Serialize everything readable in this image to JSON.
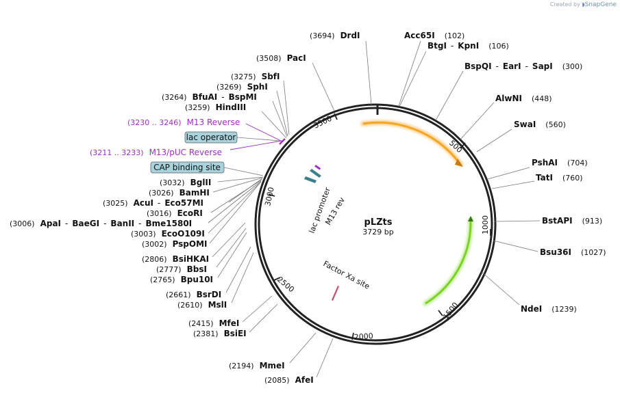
{
  "credit": {
    "prefix": "Created by",
    "brand": "SnapGene"
  },
  "plasmid": {
    "name": "pLZts",
    "length": "3729 bp"
  },
  "ticks": [
    "500",
    "1000",
    "1500",
    "2000",
    "2500",
    "3000",
    "3500"
  ],
  "features": {
    "lac_promoter": "lac promoter",
    "m13_rev": "M13 rev",
    "factor_xa": "Factor Xa site"
  },
  "boxed": {
    "lac_operator": "lac operator",
    "cap_site": "CAP binding site"
  },
  "primers": [
    {
      "pos": "(3230 .. 3246)",
      "name": "M13 Reverse"
    },
    {
      "pos": "(3211 .. 3233)",
      "name": "M13/pUC Reverse"
    }
  ],
  "sites_right": [
    {
      "name": "Acc65I",
      "pos": "(102)"
    },
    {
      "name": "BtgI",
      "name2": "KpnI",
      "pos": "(106)"
    },
    {
      "name": "BspQI",
      "name2": "EarI",
      "name3": "SapI",
      "pos": "(300)"
    },
    {
      "name": "AlwNI",
      "pos": "(448)"
    },
    {
      "name": "SwaI",
      "pos": "(560)"
    },
    {
      "name": "PshAI",
      "pos": "(704)"
    },
    {
      "name": "TatI",
      "pos": "(760)"
    },
    {
      "name": "BstAPI",
      "pos": "(913)"
    },
    {
      "name": "Bsu36I",
      "pos": "(1027)"
    },
    {
      "name": "NdeI",
      "pos": "(1239)"
    }
  ],
  "sites_left": [
    {
      "pos": "(3694)",
      "name": "DrdI"
    },
    {
      "pos": "(3508)",
      "name": "PacI"
    },
    {
      "pos": "(3275)",
      "name": "SbfI"
    },
    {
      "pos": "(3269)",
      "name": "SphI"
    },
    {
      "pos": "(3264)",
      "name": "BfuAI",
      "name2": "BspMI"
    },
    {
      "pos": "(3259)",
      "name": "HindIII"
    },
    {
      "pos": "(3032)",
      "name": "BglII"
    },
    {
      "pos": "(3026)",
      "name": "BamHI"
    },
    {
      "pos": "(3025)",
      "name": "AcuI",
      "name2": "Eco57MI"
    },
    {
      "pos": "(3016)",
      "name": "EcoRI"
    },
    {
      "pos": "(3006)",
      "name": "ApaI",
      "name2": "BaeGI",
      "name3": "BanII",
      "name4": "Bme1580I"
    },
    {
      "pos": "(3003)",
      "name": "EcoO109I"
    },
    {
      "pos": "(3002)",
      "name": "PspOMI"
    },
    {
      "pos": "(2806)",
      "name": "BsiHKAI"
    },
    {
      "pos": "(2777)",
      "name": "BbsI"
    },
    {
      "pos": "(2765)",
      "name": "Bpu10I"
    },
    {
      "pos": "(2661)",
      "name": "BsrDI"
    },
    {
      "pos": "(2610)",
      "name": "MslI"
    },
    {
      "pos": "(2415)",
      "name": "MfeI"
    },
    {
      "pos": "(2381)",
      "name": "BsiEI"
    },
    {
      "pos": "(2194)",
      "name": "MmeI"
    },
    {
      "pos": "(2085)",
      "name": "AfeI"
    }
  ],
  "colors": {
    "orf_orange": "#f5a623",
    "orf_green": "#7ed321",
    "primer": "#9b2fc0",
    "box_fill": "#a8d3dc",
    "promoter": "#3c7f8f"
  }
}
